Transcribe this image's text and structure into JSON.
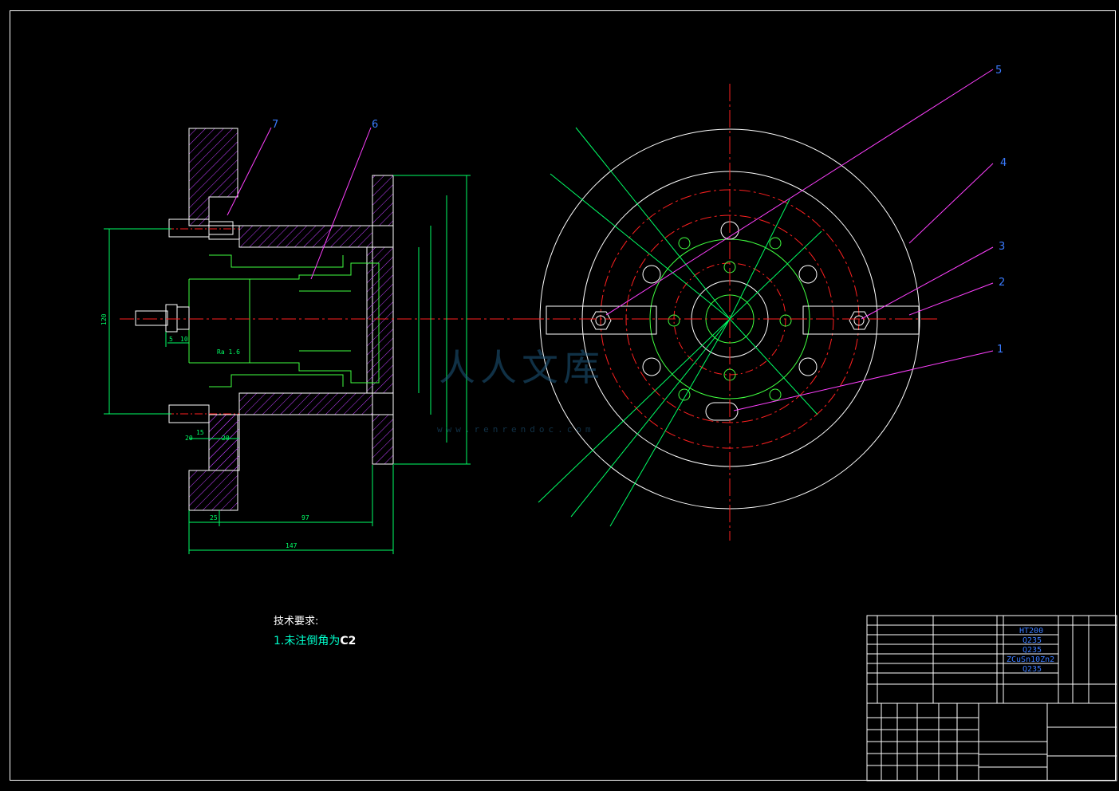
{
  "drawing": {
    "balloons": [
      "7",
      "6",
      "5",
      "4",
      "3",
      "2",
      "1"
    ],
    "dimensions": {
      "d147": "147",
      "d97": "97",
      "d25": "25",
      "d20a": "20",
      "d20b": "20",
      "d15": "15",
      "d120": "120",
      "d10": "10",
      "d5": "5",
      "ra": "Ra 1.6"
    },
    "tech_requirements": {
      "title": "技术要求:",
      "note": "1.未注倒角为",
      "note_suffix": "C2"
    },
    "materials": [
      "HT200",
      "Q235",
      "Q235",
      "ZCuSn10Zn2",
      "Q235"
    ],
    "watermark": {
      "text": "人人文库",
      "url": "www.renrendoc.com"
    },
    "colors": {
      "background": "#000000",
      "outline": "#ffffff",
      "dimension": "#00ff66",
      "centerline": "#ff2020",
      "hatch": "#c040ff",
      "leader": "#ff40ff",
      "balloon_text": "#3a7bff",
      "part_green": "#40ff40"
    }
  }
}
